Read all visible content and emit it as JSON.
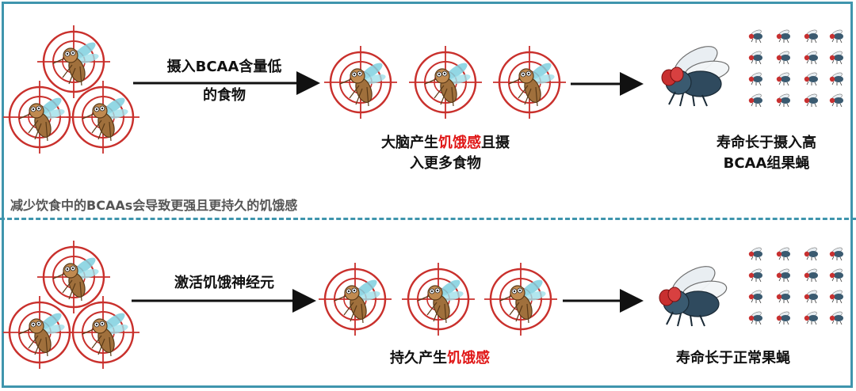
{
  "top": {
    "arrow1_label_line1": "摄入BCAA含量低",
    "arrow1_label_line2": "的食物",
    "middle_caption_line1_pre": "大脑产生",
    "middle_caption_line1_red": "饥饿感",
    "middle_caption_line1_post": "且摄",
    "middle_caption_line2": "入更多食物",
    "right_caption_line1": "寿命长于摄入高",
    "right_caption_line2": "BCAA组果蝇"
  },
  "note": "减少饮食中的BCAAs会导致更强且更持久的饥饿感",
  "bottom": {
    "arrow1_label": "激活饥饿神经元",
    "middle_caption_pre": "持久产生",
    "middle_caption_red": "饥饿感",
    "right_caption": "寿命长于正常果蝇"
  },
  "colors": {
    "frame": "#3f95ad",
    "highlight": "#e01818",
    "target_ring": "#c9302c",
    "mosquito_body": "#a0703c",
    "mosquito_wing": "#7fd0df",
    "fly_body": "#3a5a70",
    "fly_eye": "#c83030"
  }
}
